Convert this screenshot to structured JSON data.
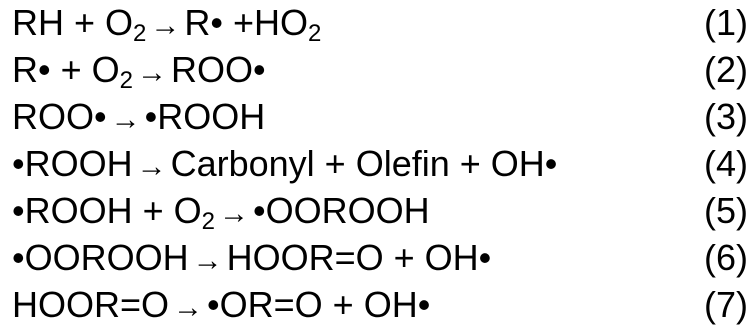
{
  "equations": [
    {
      "number": "(1)",
      "lhs": [
        {
          "text": "RH + O"
        },
        {
          "sub": "2"
        }
      ],
      "arrow": "→",
      "rhs": [
        {
          "text": "R• +HO"
        },
        {
          "sub": "2"
        }
      ]
    },
    {
      "number": "(2)",
      "lhs": [
        {
          "text": "R• + O"
        },
        {
          "sub": "2"
        }
      ],
      "arrow": "→",
      "rhs": [
        {
          "text": "ROO•"
        }
      ]
    },
    {
      "number": "(3)",
      "lhs": [
        {
          "text": "ROO•"
        }
      ],
      "arrow": "→",
      "rhs": [
        {
          "text": "•ROOH"
        }
      ]
    },
    {
      "number": "(4)",
      "lhs": [
        {
          "text": "•ROOH"
        }
      ],
      "arrow": "→",
      "rhs": [
        {
          "text": "Carbonyl + Olefin + OH•"
        }
      ]
    },
    {
      "number": "(5)",
      "lhs": [
        {
          "text": "•ROOH + O"
        },
        {
          "sub": "2"
        }
      ],
      "arrow": "→",
      "rhs": [
        {
          "text": "•OOROOH"
        }
      ]
    },
    {
      "number": "(6)",
      "lhs": [
        {
          "text": "•OOROOH"
        }
      ],
      "arrow": "→",
      "rhs": [
        {
          "text": "HOOR=O + OH•"
        }
      ]
    },
    {
      "number": "(7)",
      "lhs": [
        {
          "text": "HOOR=O"
        }
      ],
      "arrow": "→",
      "rhs": [
        {
          "text": "•OR=O + OH•"
        }
      ]
    }
  ]
}
